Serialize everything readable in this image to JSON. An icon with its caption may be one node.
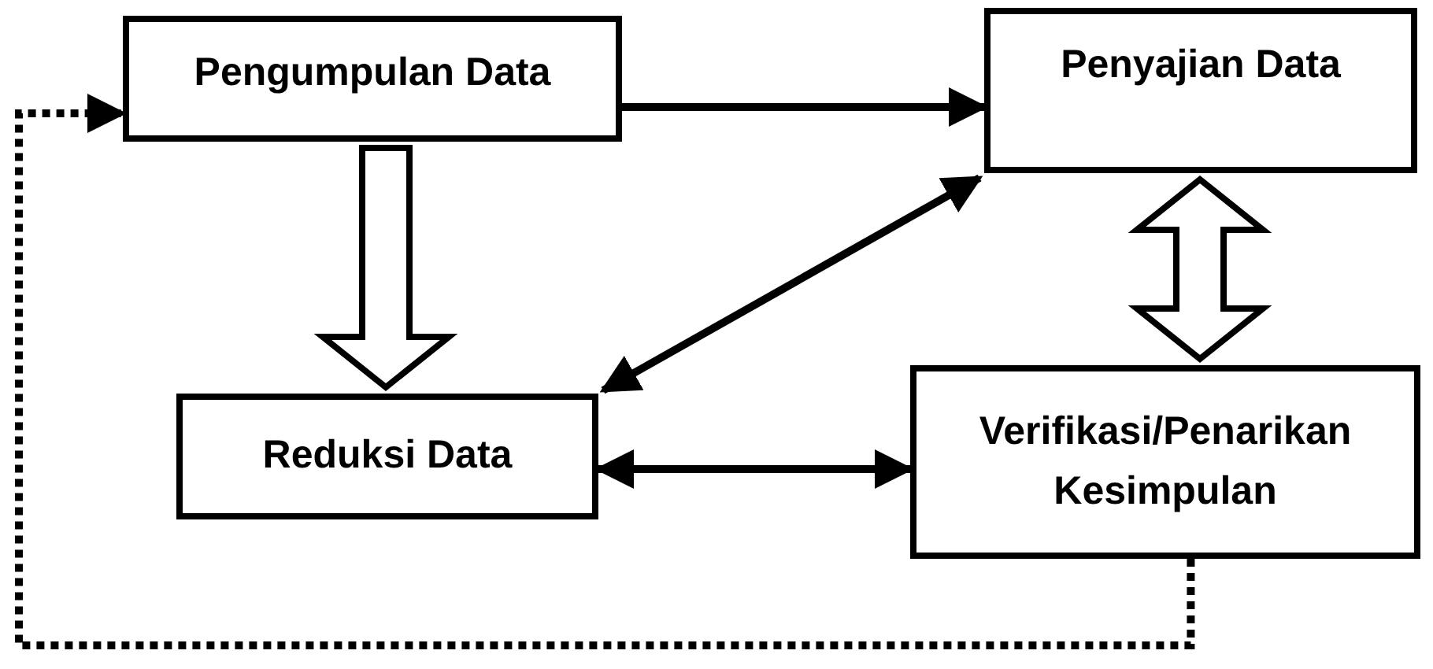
{
  "diagram": {
    "nodes": [
      {
        "text": [
          "Pengumpulan Data"
        ]
      },
      {
        "text": [
          "Penyajian Data"
        ]
      },
      {
        "text": [
          "Reduksi Data"
        ]
      },
      {
        "text": [
          "Verifikasi/Penarikan Kesimpulan"
        ]
      }
    ],
    "edges": [
      {
        "from": 0,
        "to": 1,
        "arrow": "to"
      },
      {
        "from": 0,
        "to": 2,
        "arrow": "to",
        "style": "thick"
      },
      {
        "from": 1,
        "to": 2,
        "arrow": "both"
      },
      {
        "from": 1,
        "to": 3,
        "arrow": "both",
        "style": "thick"
      },
      {
        "from": 2,
        "to": 3,
        "arrow": "both"
      },
      {
        "from": 3,
        "to": 0,
        "arrow": "to",
        "style": "dashed"
      }
    ]
  }
}
